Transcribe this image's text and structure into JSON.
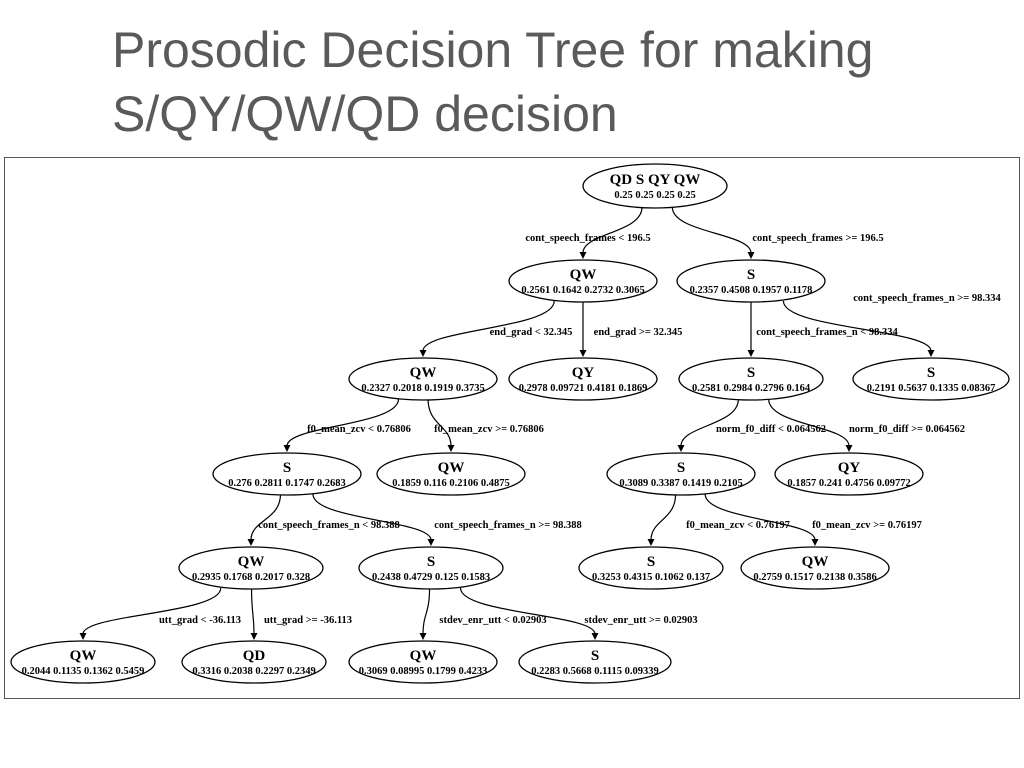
{
  "title": {
    "line1": "Prosodic Decision Tree for making",
    "line2": "S/QY/QW/QD decision"
  },
  "tree": {
    "nodes": [
      {
        "id": "n0",
        "label": "QD S QY QW",
        "probs": "0.25 0.25 0.25 0.25"
      },
      {
        "id": "n1",
        "label": "QW",
        "probs": "0.2561 0.1642 0.2732 0.3065"
      },
      {
        "id": "n2",
        "label": "S",
        "probs": "0.2357 0.4508 0.1957 0.1178"
      },
      {
        "id": "n3",
        "label": "QW",
        "probs": "0.2327 0.2018 0.1919 0.3735"
      },
      {
        "id": "n4",
        "label": "QY",
        "probs": "0.2978 0.09721 0.4181 0.1869"
      },
      {
        "id": "n5",
        "label": "S",
        "probs": "0.2581 0.2984 0.2796 0.164"
      },
      {
        "id": "n6",
        "label": "S",
        "probs": "0.2191 0.5637 0.1335 0.08367"
      },
      {
        "id": "n7",
        "label": "S",
        "probs": "0.276 0.2811 0.1747 0.2683"
      },
      {
        "id": "n8",
        "label": "QW",
        "probs": "0.1859 0.116 0.2106 0.4875"
      },
      {
        "id": "n9",
        "label": "S",
        "probs": "0.3089 0.3387 0.1419 0.2105"
      },
      {
        "id": "n10",
        "label": "QY",
        "probs": "0.1857 0.241 0.4756 0.09772"
      },
      {
        "id": "n11",
        "label": "QW",
        "probs": "0.2935 0.1768 0.2017 0.328"
      },
      {
        "id": "n12",
        "label": "S",
        "probs": "0.2438 0.4729 0.125 0.1583"
      },
      {
        "id": "n13",
        "label": "S",
        "probs": "0.3253 0.4315 0.1062 0.137"
      },
      {
        "id": "n14",
        "label": "QW",
        "probs": "0.2759 0.1517 0.2138 0.3586"
      },
      {
        "id": "n15",
        "label": "QW",
        "probs": "0.2044 0.1135 0.1362 0.5459"
      },
      {
        "id": "n16",
        "label": "QD",
        "probs": "0.3316 0.2038 0.2297 0.2349"
      },
      {
        "id": "n17",
        "label": "QW",
        "probs": "0.3069 0.08995 0.1799 0.4233"
      },
      {
        "id": "n18",
        "label": "S",
        "probs": "0.2283 0.5668 0.1115 0.09339"
      }
    ],
    "edges": [
      {
        "from": "n0",
        "to": "n1",
        "label": "cont_speech_frames < 196.5"
      },
      {
        "from": "n0",
        "to": "n2",
        "label": "cont_speech_frames >= 196.5"
      },
      {
        "from": "n1",
        "to": "n3",
        "label": "end_grad < 32.345"
      },
      {
        "from": "n1",
        "to": "n4",
        "label": "end_grad >= 32.345"
      },
      {
        "from": "n2",
        "to": "n5",
        "label": "cont_speech_frames_n < 98.334"
      },
      {
        "from": "n2",
        "to": "n6",
        "label": "cont_speech_frames_n >= 98.334"
      },
      {
        "from": "n3",
        "to": "n7",
        "label": "f0_mean_zcv < 0.76806"
      },
      {
        "from": "n3",
        "to": "n8",
        "label": "f0_mean_zcv >= 0.76806"
      },
      {
        "from": "n5",
        "to": "n9",
        "label": "norm_f0_diff < 0.064562"
      },
      {
        "from": "n5",
        "to": "n10",
        "label": "norm_f0_diff >= 0.064562"
      },
      {
        "from": "n7",
        "to": "n11",
        "label": "cont_speech_frames_n < 98.388"
      },
      {
        "from": "n7",
        "to": "n12",
        "label": "cont_speech_frames_n >= 98.388"
      },
      {
        "from": "n9",
        "to": "n13",
        "label": "f0_mean_zcv < 0.76197"
      },
      {
        "from": "n9",
        "to": "n14",
        "label": "f0_mean_zcv >= 0.76197"
      },
      {
        "from": "n11",
        "to": "n15",
        "label": "utt_grad < -36.113"
      },
      {
        "from": "n11",
        "to": "n16",
        "label": "utt_grad >= -36.113"
      },
      {
        "from": "n12",
        "to": "n17",
        "label": "stdev_enr_utt < 0.02903"
      },
      {
        "from": "n12",
        "to": "n18",
        "label": "stdev_enr_utt >= 0.02903"
      }
    ]
  }
}
